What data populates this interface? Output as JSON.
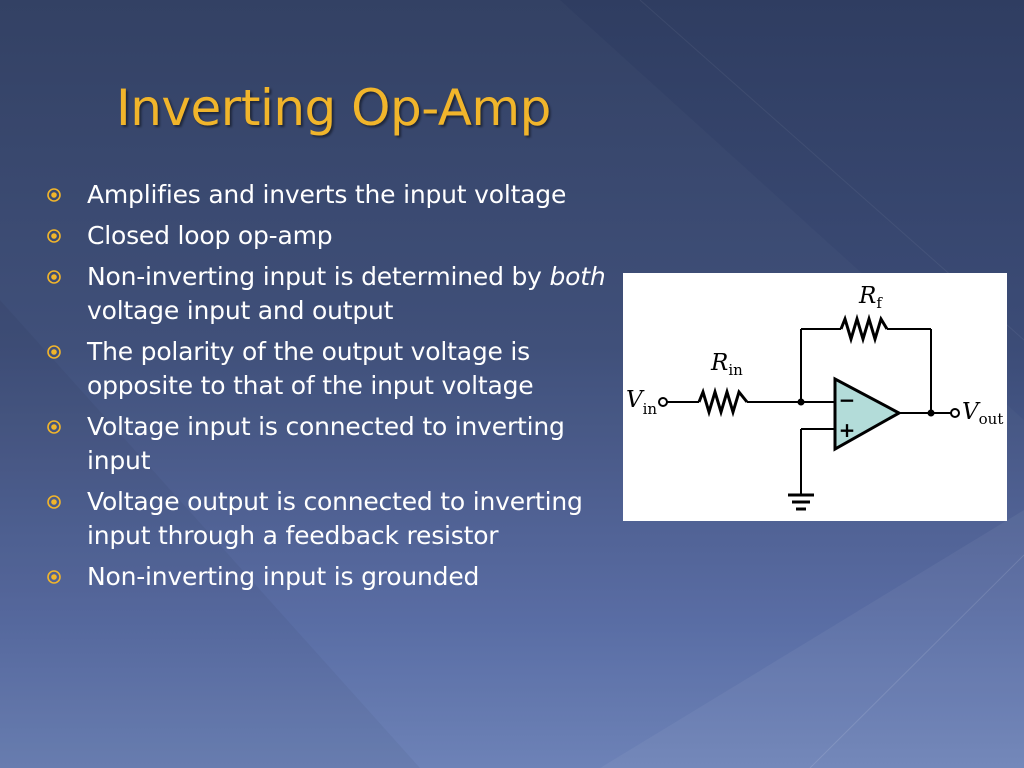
{
  "slide": {
    "title": "Inverting Op-Amp",
    "bullets": [
      {
        "text": "Amplifies and inverts the input voltage"
      },
      {
        "text": "Closed loop op-amp"
      },
      {
        "pre": "Non-inverting input is determined by ",
        "em": "both",
        "post": " voltage input and output"
      },
      {
        "text": "The polarity of the output voltage is opposite to that of the input voltage"
      },
      {
        "text": "Voltage input is connected to inverting input"
      },
      {
        "text": "Voltage output is connected to inverting input through a feedback resistor"
      },
      {
        "text": "Non-inverting input is grounded"
      }
    ]
  },
  "circuit": {
    "r_feedback": {
      "main": "R",
      "sub": "f"
    },
    "r_input": {
      "main": "R",
      "sub": "in"
    },
    "v_in": {
      "main": "V",
      "sub": "in"
    },
    "v_out": {
      "main": "V",
      "sub": "out"
    },
    "minus_sign": "−",
    "plus_sign": "+"
  },
  "colors": {
    "title": "#f1b52b",
    "bullet_icon": "#f1b52b",
    "text": "#ffffff",
    "opamp_fill": "#b3dcd9"
  }
}
